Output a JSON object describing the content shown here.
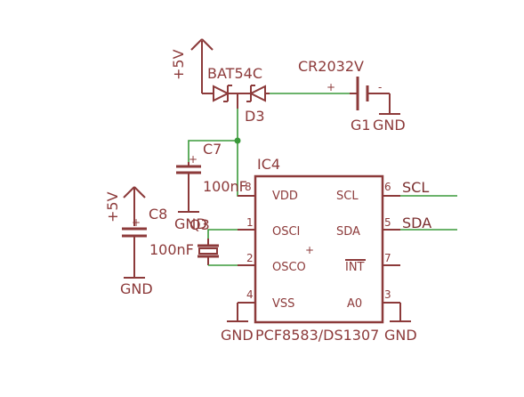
{
  "colors": {
    "symbol": "#8c3a3a",
    "wire": "#3a9a3a",
    "background": "#ffffff"
  },
  "power": {
    "vcc1": "+5V",
    "vcc2": "+5V"
  },
  "diode": {
    "value": "BAT54C",
    "name": "D3"
  },
  "battery": {
    "value": "CR2032V",
    "name": "G1",
    "plus": "+",
    "minus": "-"
  },
  "caps": {
    "c7": {
      "name": "C7",
      "value": "100nF",
      "plus": "+"
    },
    "c8": {
      "name": "C8",
      "value": "100nF",
      "plus": "+"
    }
  },
  "crystal": {
    "name": "Q3"
  },
  "ic": {
    "name": "IC4",
    "value": "PCF8583/DS1307",
    "pins": {
      "vdd": {
        "label": "VDD",
        "num": "8"
      },
      "osci": {
        "label": "OSCI",
        "num": "1"
      },
      "osco": {
        "label": "OSCO",
        "num": "2"
      },
      "vss": {
        "label": "VSS",
        "num": "4"
      },
      "scl": {
        "label": "SCL",
        "num": "6"
      },
      "sda": {
        "label": "SDA",
        "num": "5"
      },
      "int": {
        "label": "INT",
        "num": "7"
      },
      "a0": {
        "label": "A0",
        "num": "3"
      }
    },
    "center": "+"
  },
  "nets": {
    "scl": "SCL",
    "sda": "SDA"
  },
  "gnd": {
    "g1": "GND",
    "c7": "GND",
    "c8": "GND",
    "vss": "GND",
    "a0": "GND"
  }
}
